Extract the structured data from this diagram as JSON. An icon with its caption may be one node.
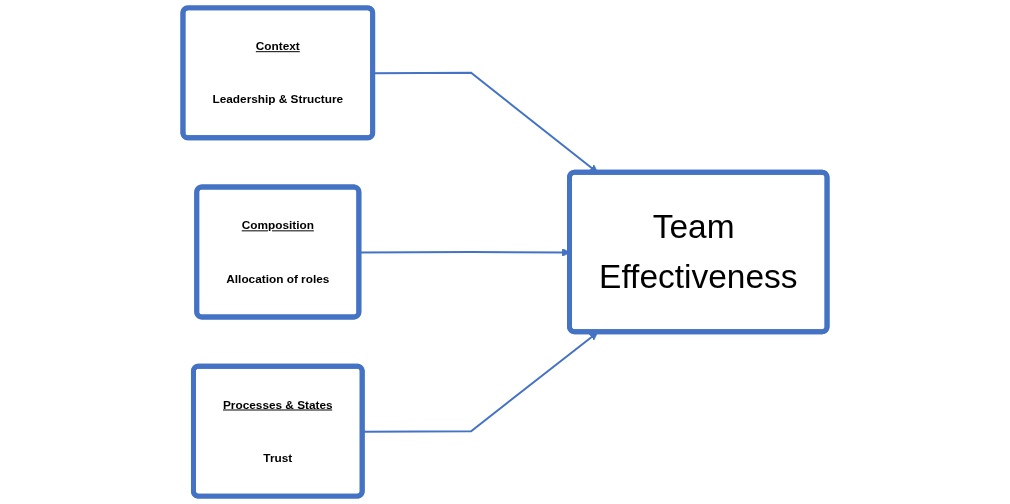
{
  "diagram": {
    "nodes": [
      {
        "text": [
          "Context",
          "Leadership & Structure"
        ]
      },
      {
        "text": [
          "Composition",
          "Allocation of roles"
        ]
      },
      {
        "text": [
          "Processes & States",
          "Trust"
        ]
      },
      {
        "text": [
          "Team Effectiveness"
        ]
      }
    ],
    "edges": [
      {
        "from": 0,
        "to": 3,
        "arrow": "to"
      },
      {
        "from": 1,
        "to": 3,
        "arrow": "to"
      },
      {
        "from": 2,
        "to": 3,
        "arrow": "to"
      }
    ]
  }
}
